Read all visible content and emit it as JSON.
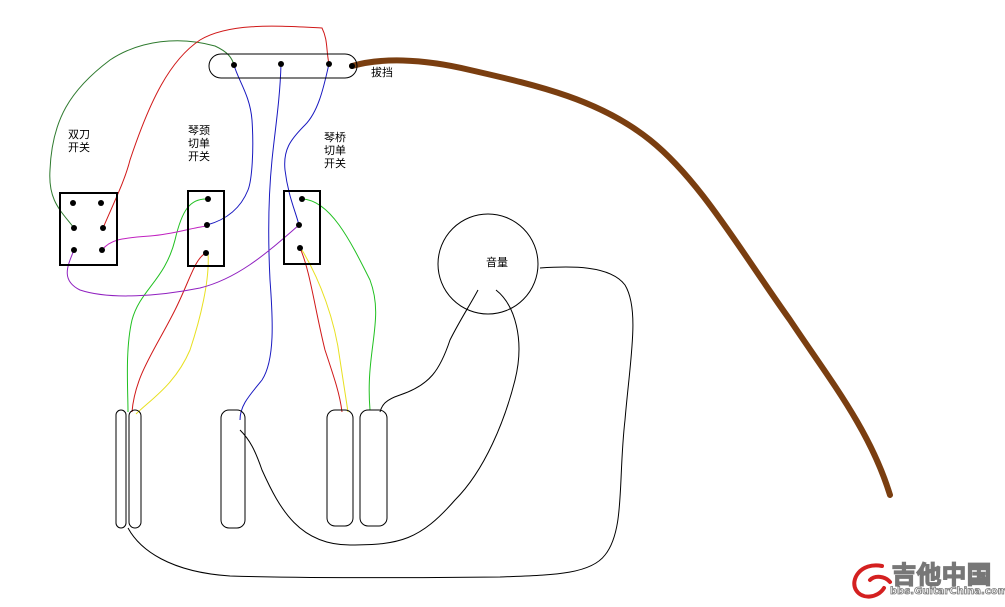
{
  "labels": {
    "selector": "拔挡",
    "dpdt": "双刀\n开关",
    "neck_split": "琴颈\n切单\n开关",
    "bridge_split": "琴桥\n切单\n开关",
    "volume": "音量"
  },
  "watermark": {
    "title": "吉他中国",
    "url": "bbs.GuitarChina.com"
  },
  "colors": {
    "cable": "#7a3e10",
    "green": "#2e8b2e",
    "red": "#d01818",
    "blue": "#1818c0",
    "magenta": "#c020c0",
    "yellow": "#e8e020",
    "black": "#000000",
    "logo_red": "#d42020"
  }
}
